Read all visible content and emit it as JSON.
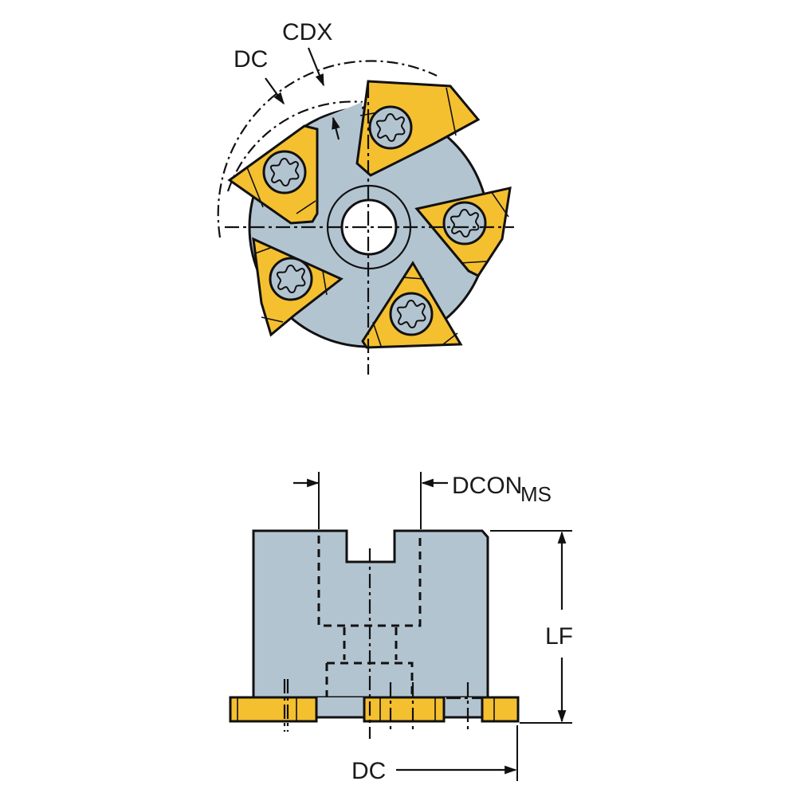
{
  "diagram": {
    "subject": "Indexable thread milling cutter with 5 triangular inserts",
    "colors": {
      "cutter_body": "#b3c4d1",
      "insert": "#f5c030",
      "outline": "#111111",
      "background": "#ffffff"
    },
    "front_view": {
      "labels": {
        "dc": "DC",
        "cdx": "CDX"
      },
      "insert_count": 5,
      "screw_icon": "torx-screw-icon"
    },
    "side_view": {
      "labels": {
        "dcon_main": "DCON",
        "dcon_sub": "MS",
        "lf": "LF",
        "dc": "DC"
      }
    }
  }
}
